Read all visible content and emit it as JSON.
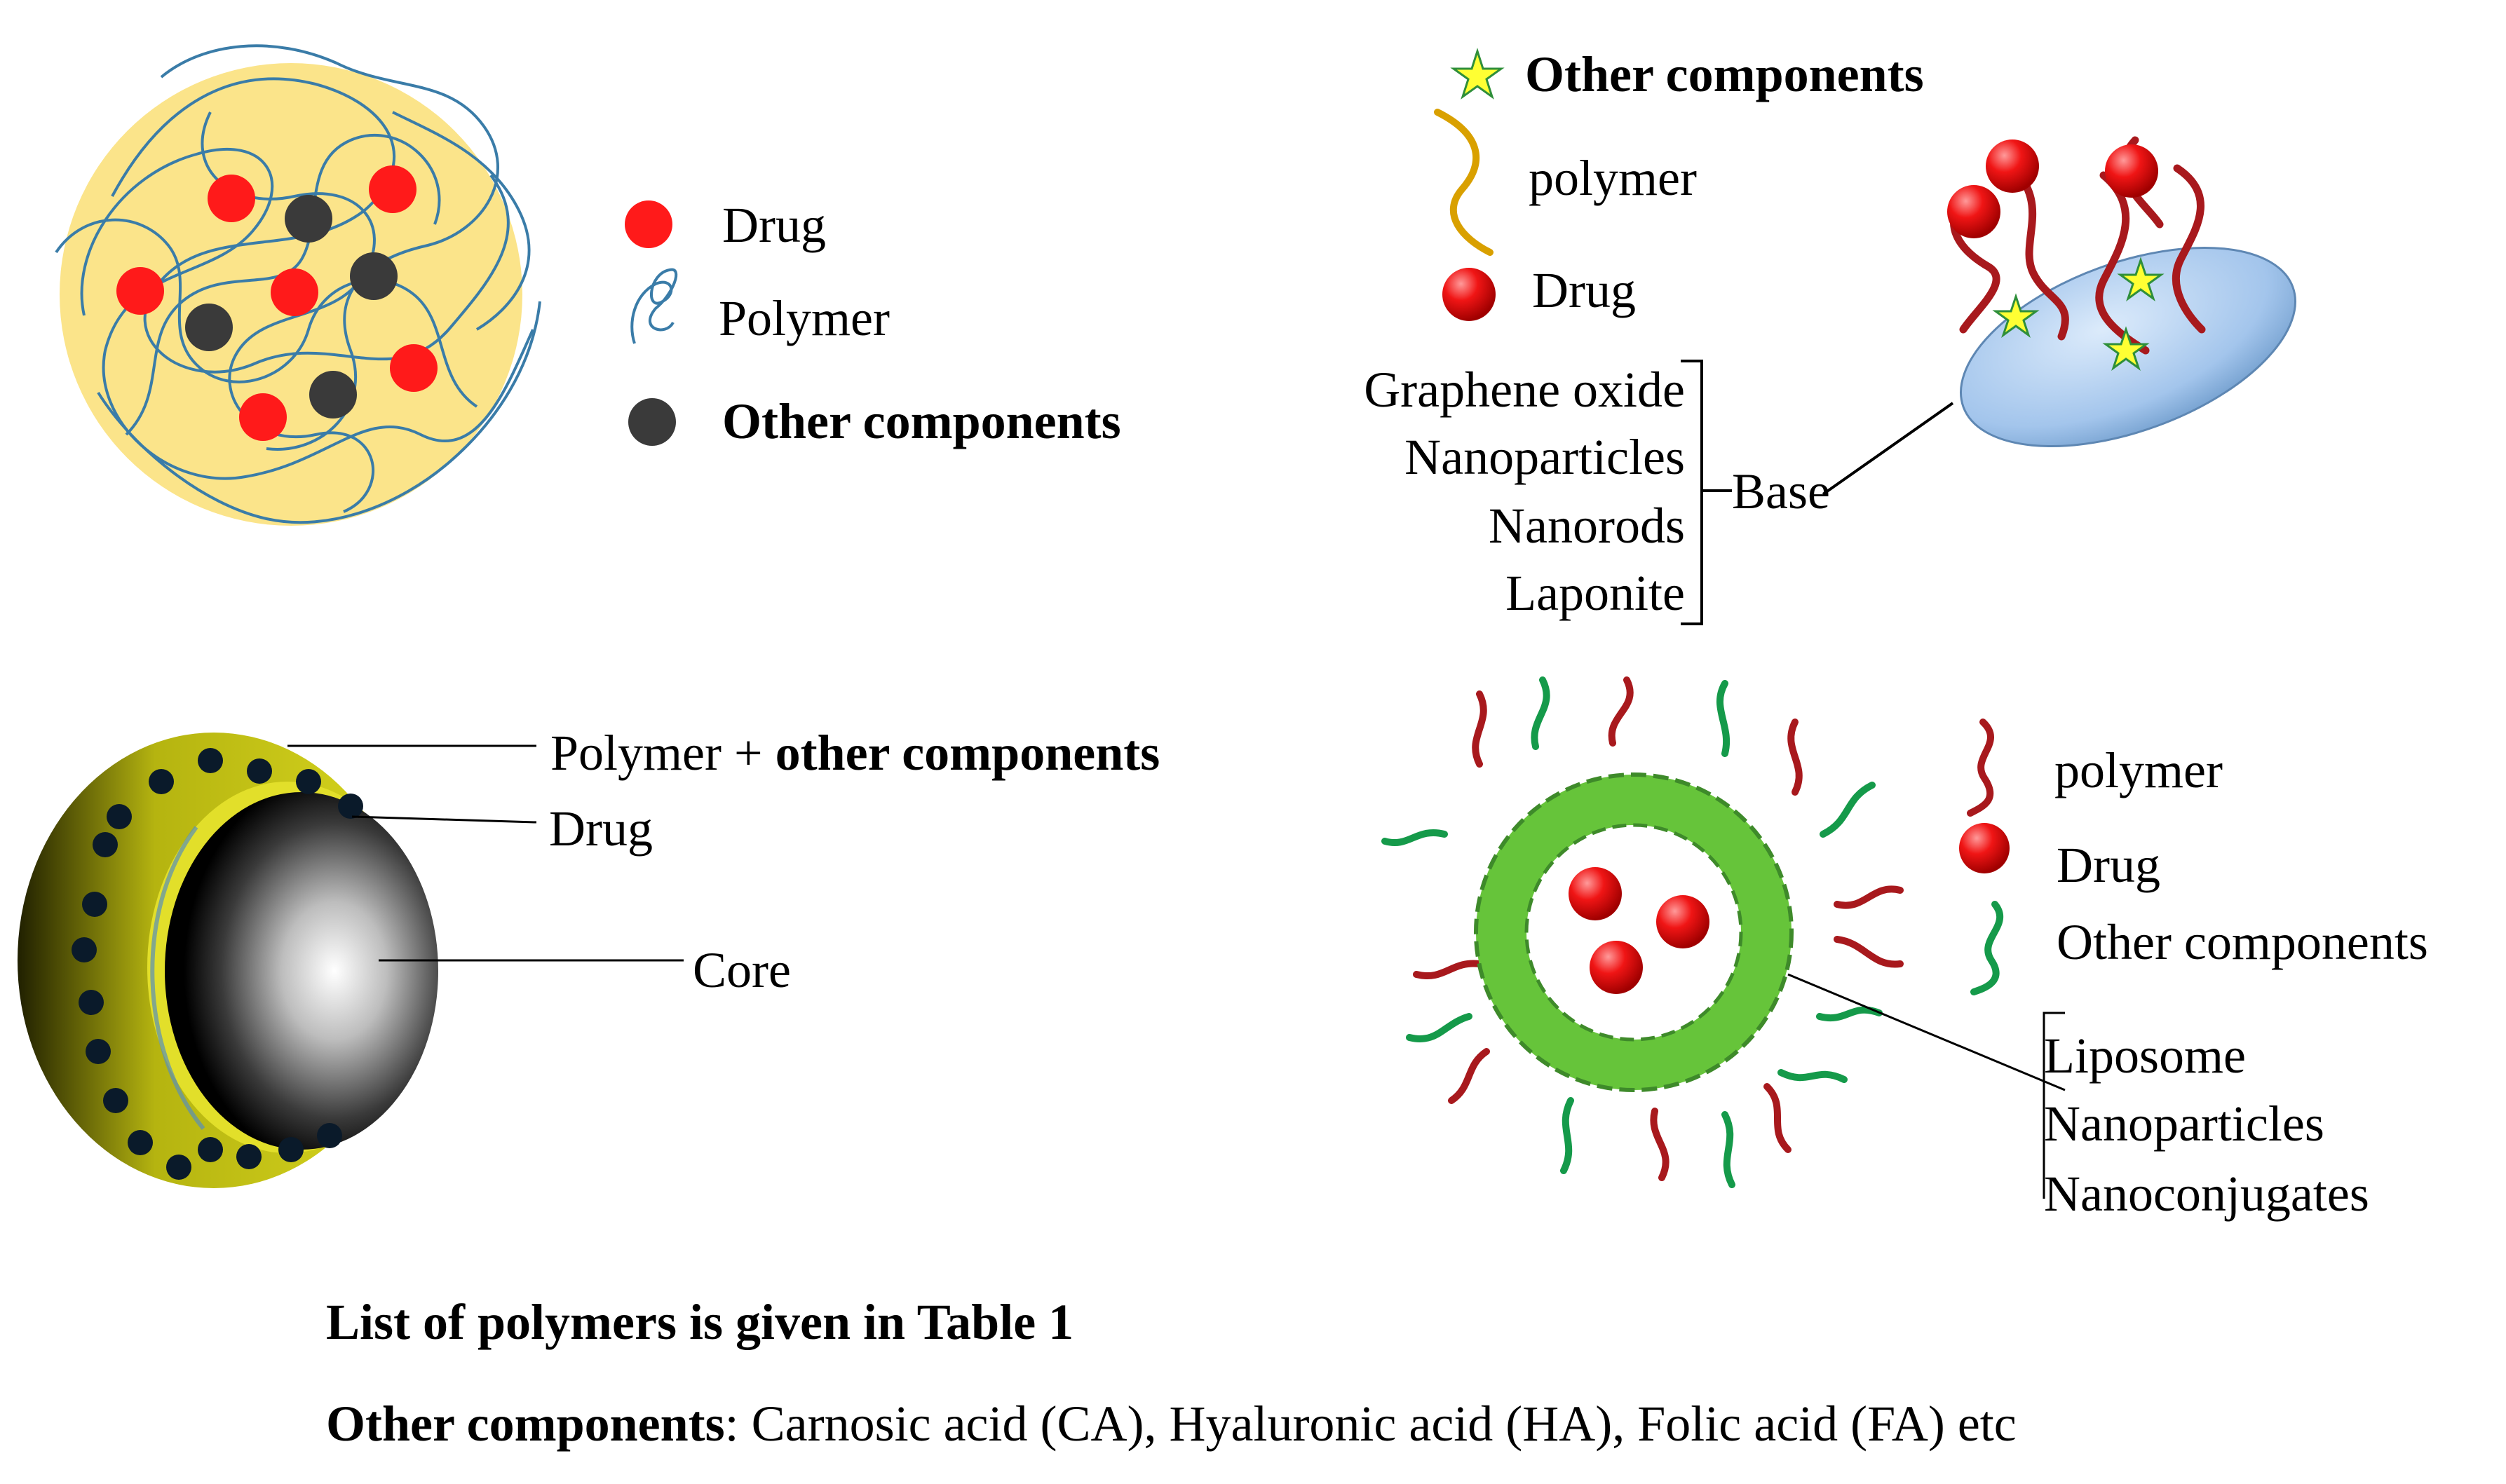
{
  "colors": {
    "drug_red": "#ff1a1a",
    "polymer_blue": "#3a7ca8",
    "other_dark": "#3a3a3a",
    "halo_yellow": "#fbe48a",
    "shell_yellow": "#d4d21e",
    "star_yellow": "#ffff33",
    "polymer_gold": "#d9a000",
    "polymer_darkred": "#a8191d",
    "other_green": "#159a4a",
    "liposome_green": "#66c43a",
    "base_blue": "#a7c8ee"
  },
  "panel_tl": {
    "legend": {
      "drug": "Drug",
      "polymer": "Polymer",
      "other": "Other components"
    }
  },
  "panel_tr": {
    "legend": {
      "other": "Other components",
      "polymer": "polymer",
      "drug": "Drug"
    },
    "base_options": [
      "Graphene oxide",
      "Nanoparticles",
      "Nanorods",
      "Laponite"
    ],
    "base_label": "Base"
  },
  "panel_bl": {
    "shell_label_plain": "Polymer + ",
    "shell_label_bold": "other components",
    "drug_label": "Drug",
    "core_label": "Core"
  },
  "panel_br": {
    "legend": {
      "polymer": "polymer",
      "drug": "Drug",
      "other": "Other components"
    },
    "carrier_options": [
      "Liposome",
      "Nanoparticles",
      "Nanoconjugates"
    ]
  },
  "footer": {
    "line1": "List of polymers is given in Table 1",
    "line2_bold": "Other components",
    "line2_rest": ": Carnosic acid (CA), Hyaluronic acid (HA), Folic acid (FA) etc"
  }
}
